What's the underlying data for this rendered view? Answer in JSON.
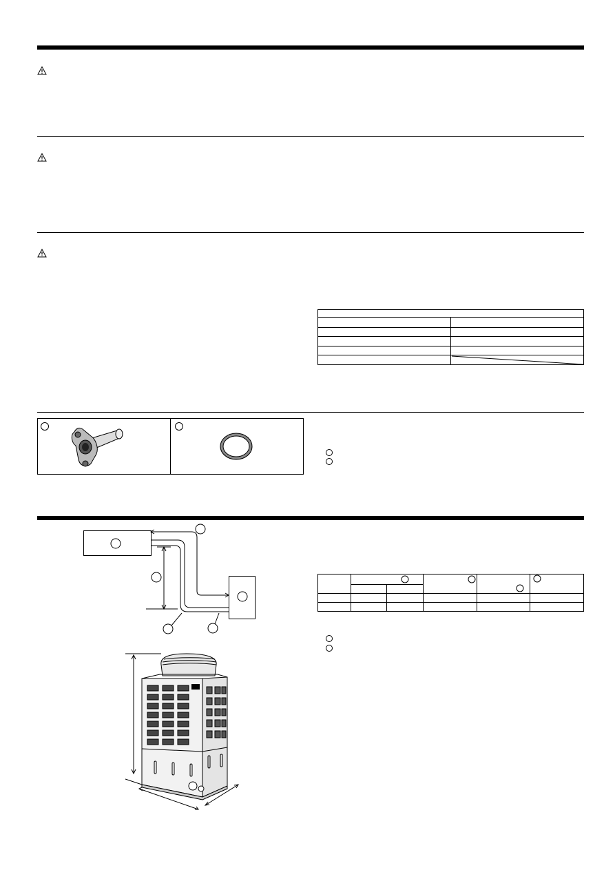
{
  "sections": {
    "warning_1": {
      "icon": "warning-triangle-icon"
    },
    "warning_2": {
      "icon": "warning-triangle-icon"
    },
    "warning_3": {
      "icon": "warning-triangle-icon"
    }
  },
  "accessories": {
    "items": [
      {
        "name": "connecting-pipe-flange",
        "icon": "flange-pipe-icon"
      },
      {
        "name": "gasket-ring",
        "icon": "gasket-ring-icon"
      }
    ]
  },
  "figures": {
    "piping_diagram": {
      "icon": "piping-layout-diagram"
    },
    "outdoor_unit": {
      "icon": "outdoor-unit-drawing"
    }
  },
  "colors": {
    "ink": "#000000",
    "paper": "#ffffff",
    "unit_fill": "#f2f2f2"
  }
}
